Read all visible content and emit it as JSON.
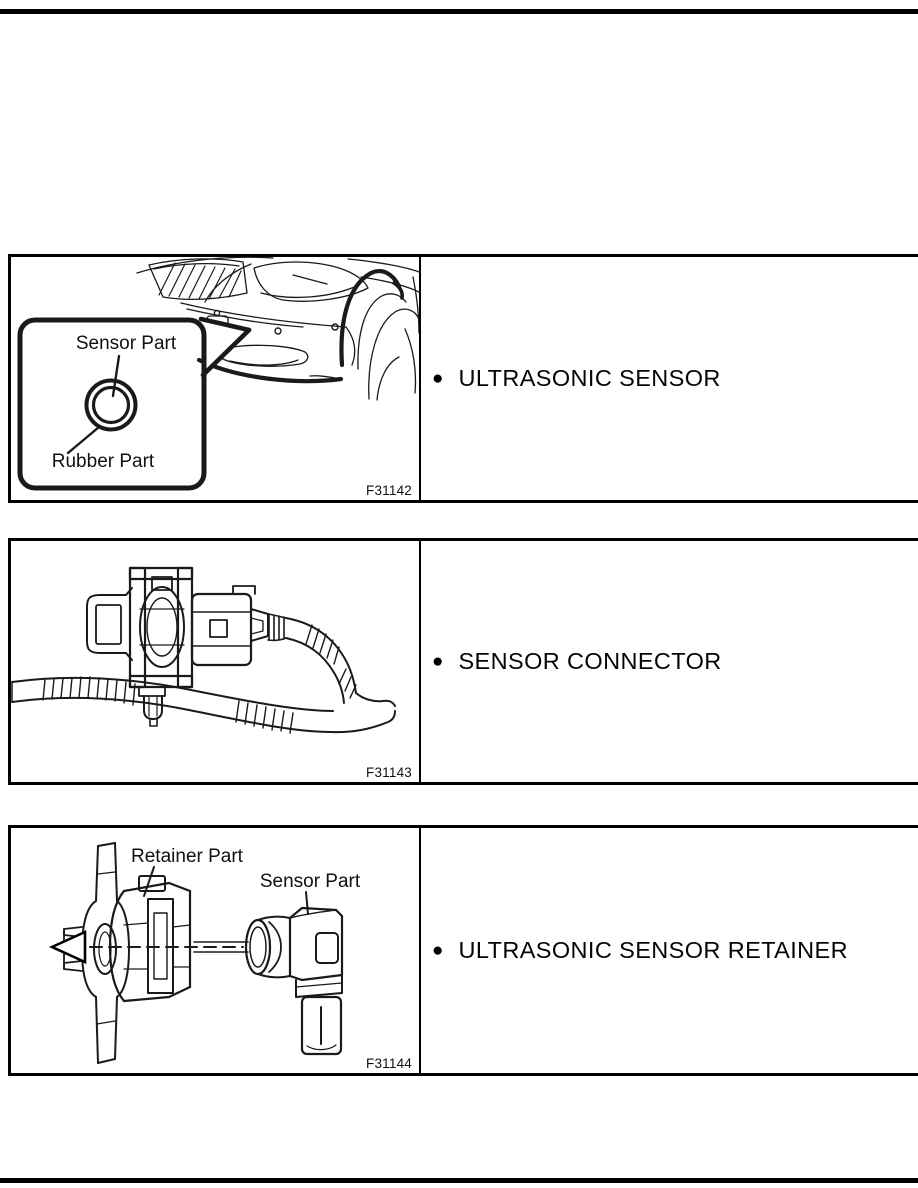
{
  "page": {
    "background": "#ffffff",
    "rule_color": "#000000",
    "ink_color": "#111111"
  },
  "panels": [
    {
      "name": "ultrasonic-sensor",
      "figure_code": "F31142",
      "bullet_glyph": "●",
      "label": "ULTRASONIC SENSOR",
      "callouts": [
        {
          "text": "Sensor Part"
        },
        {
          "text": "Rubber Part"
        }
      ]
    },
    {
      "name": "sensor-connector",
      "figure_code": "F31143",
      "bullet_glyph": "●",
      "label": "SENSOR CONNECTOR",
      "callouts": []
    },
    {
      "name": "ultrasonic-sensor-retainer",
      "figure_code": "F31144",
      "bullet_glyph": "●",
      "label": "ULTRASONIC SENSOR RETAINER",
      "callouts": [
        {
          "text": "Retainer Part"
        },
        {
          "text": "Sensor Part"
        }
      ]
    }
  ]
}
